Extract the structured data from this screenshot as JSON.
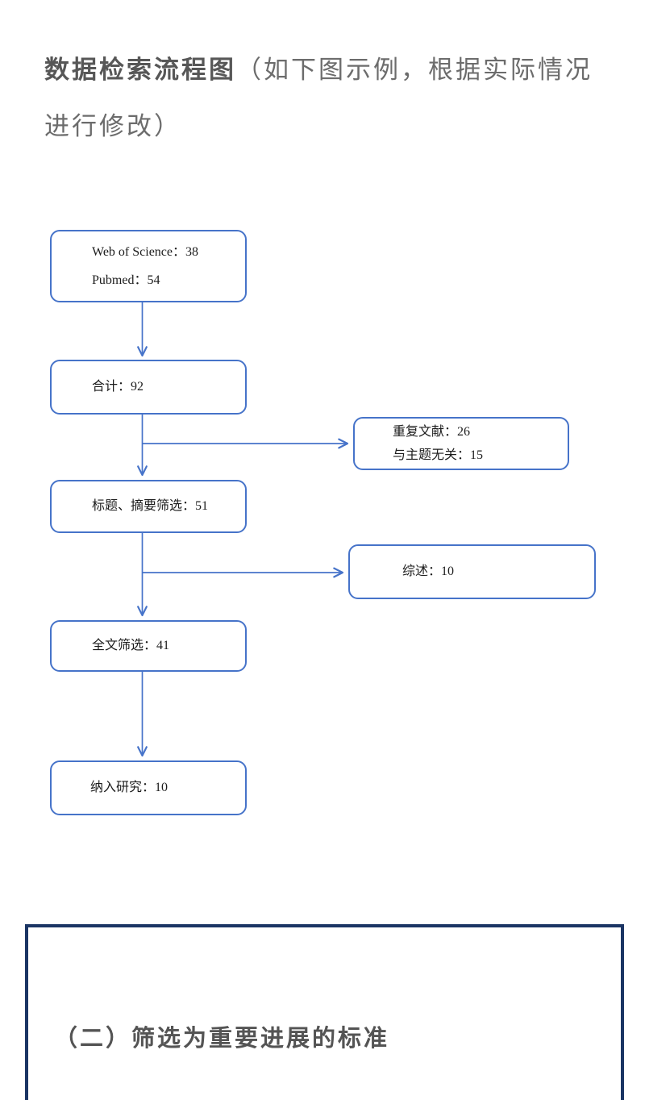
{
  "colors": {
    "accent": "#4673C9",
    "section_border": "#1B3564",
    "title_bold": "#575757",
    "title_light": "#6C6C6C",
    "heading": "#545454",
    "box_text": "#1C1C1C"
  },
  "title": {
    "bold": "数据检索流程图",
    "rest_line1": "（如下图示例，根据实际情况",
    "line2": "进行修改）"
  },
  "flowchart": {
    "nodes": [
      {
        "id": "sources",
        "lines": [
          "Web of Science：38",
          "Pubmed：54"
        ]
      },
      {
        "id": "total",
        "lines": [
          "合计：92"
        ]
      },
      {
        "id": "duplicates-irrelevant",
        "lines": [
          "重复文献：26",
          "与主题无关：15"
        ]
      },
      {
        "id": "title-abstract-screen",
        "lines": [
          "标题、摘要筛选：51"
        ]
      },
      {
        "id": "reviews",
        "lines": [
          "综述：10"
        ]
      },
      {
        "id": "fulltext-screen",
        "lines": [
          "全文筛选：41"
        ]
      },
      {
        "id": "included",
        "lines": [
          "纳入研究：10"
        ]
      }
    ],
    "edges": [
      {
        "from": "sources",
        "to": "total"
      },
      {
        "from": "total",
        "to": "title-abstract-screen"
      },
      {
        "from": "total",
        "to": "duplicates-irrelevant"
      },
      {
        "from": "title-abstract-screen",
        "to": "fulltext-screen"
      },
      {
        "from": "title-abstract-screen",
        "to": "reviews"
      },
      {
        "from": "fulltext-screen",
        "to": "included"
      }
    ]
  },
  "section": {
    "heading": "（二）筛选为重要进展的标准"
  }
}
